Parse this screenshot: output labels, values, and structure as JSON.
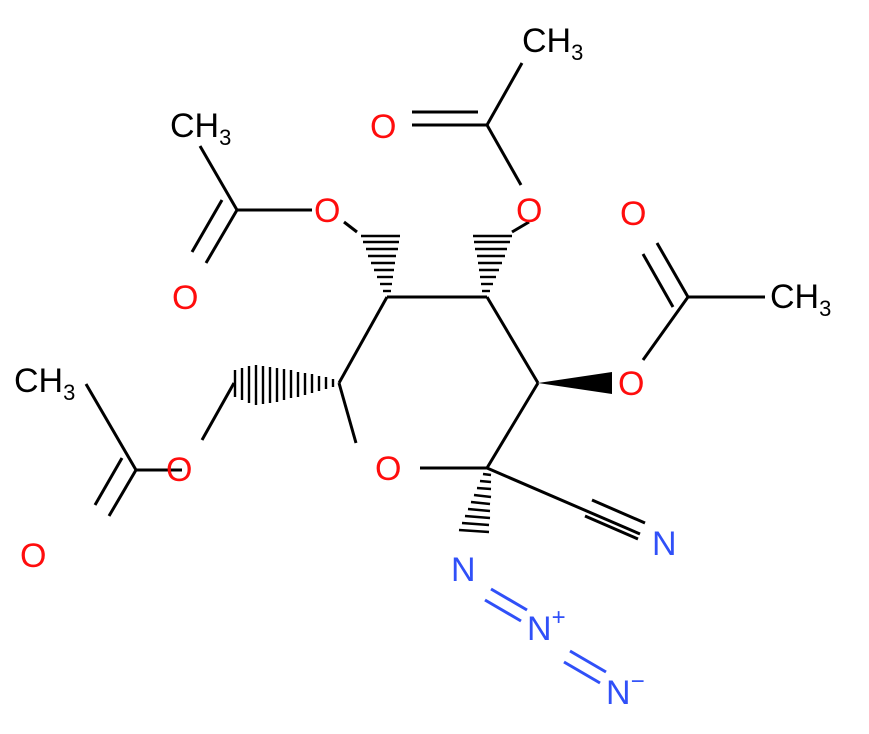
{
  "colors": {
    "bond": "#000000",
    "oxygen": "#ff0d0d",
    "nitrogen": "#3050f8",
    "carbon_label": "#000000",
    "background": "#ffffff"
  },
  "labels": {
    "ring_oxygen": "O",
    "ester_oxygen": "O",
    "carbonyl_oxygen": "O",
    "methyl": "CH",
    "methyl_sub": "3",
    "nitrile_n": "N",
    "azide_n1": "N",
    "azide_n2": "N",
    "azide_n2_charge": "+",
    "azide_n3": "N",
    "azide_n3_charge": "−"
  }
}
